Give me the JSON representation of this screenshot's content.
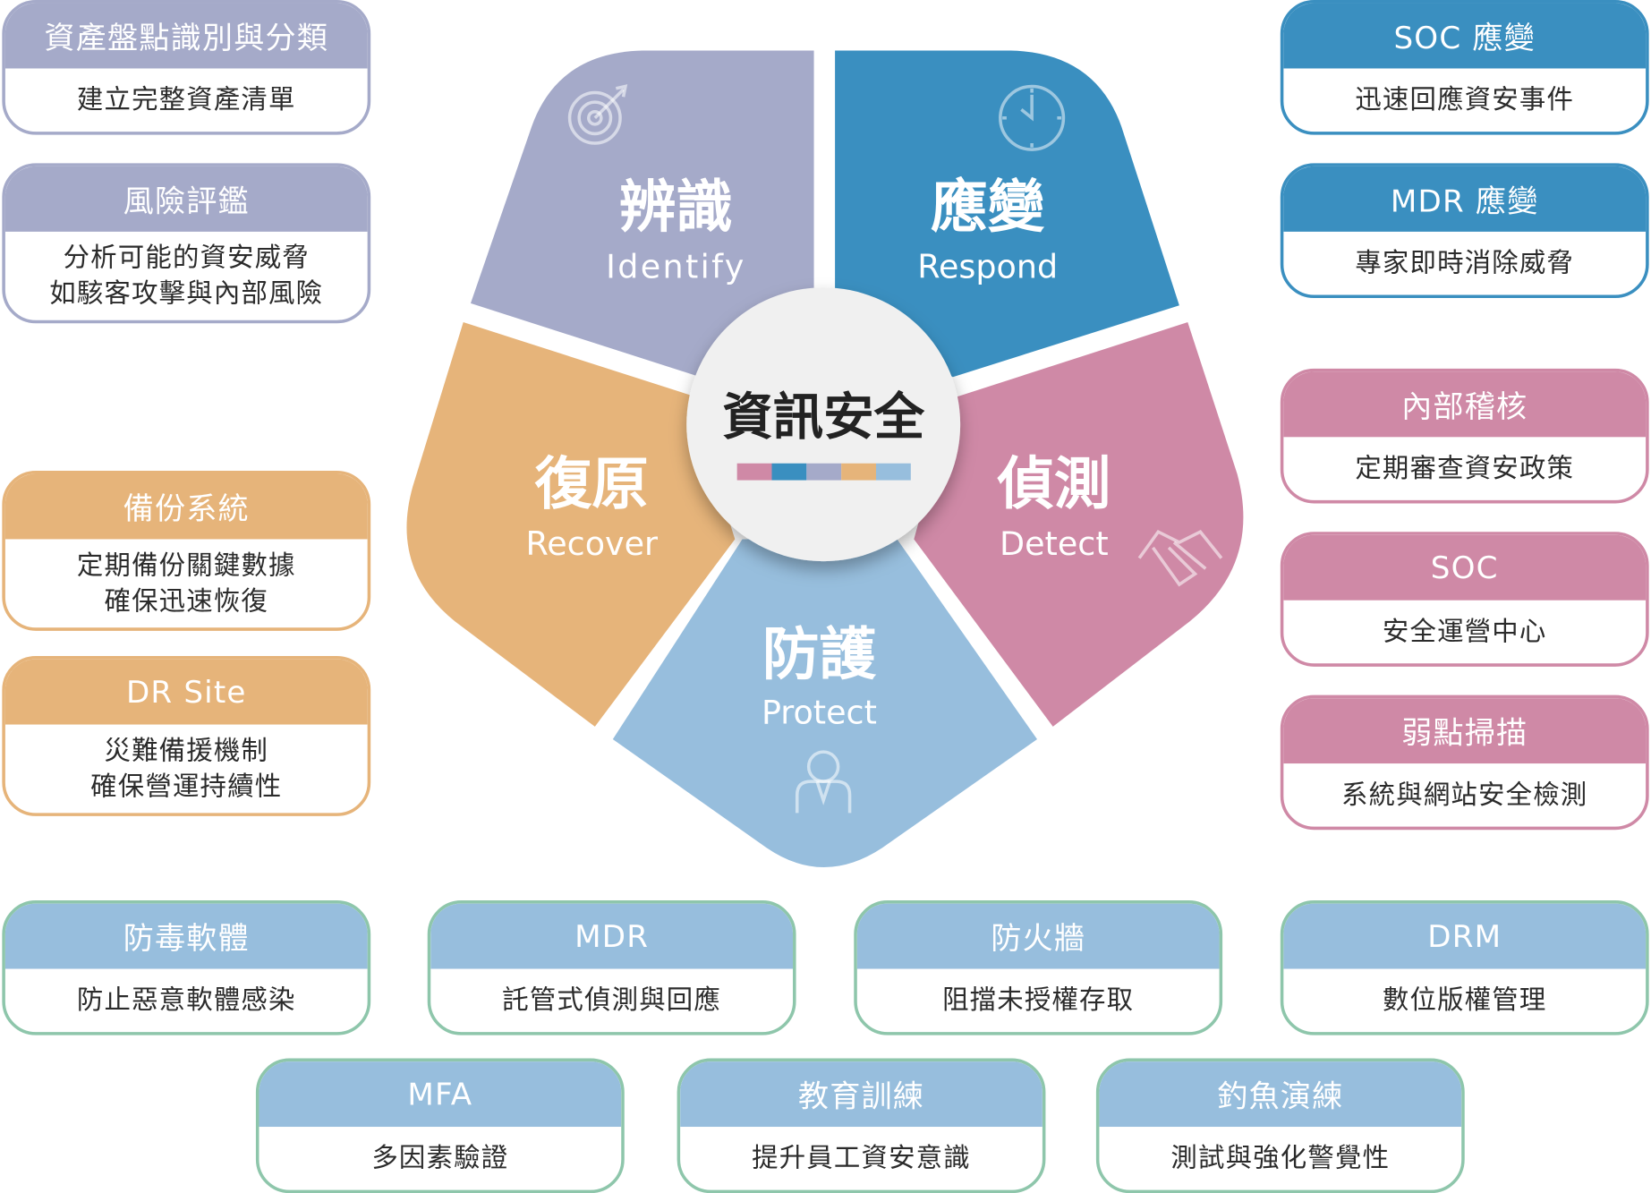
{
  "center": {
    "title": "資訊安全",
    "bar_colors": [
      "#cf89a6",
      "#3a8fc0",
      "#a5aac9",
      "#e6b47a",
      "#97bedd"
    ]
  },
  "segments": {
    "identify": {
      "zh": "辨識",
      "en": "Identify",
      "color": "#a5aac9",
      "icon": "target-icon"
    },
    "respond": {
      "zh": "應變",
      "en": "Respond",
      "color": "#3a8fc0",
      "icon": "clock-icon"
    },
    "detect": {
      "zh": "偵測",
      "en": "Detect",
      "color": "#cf89a6",
      "icon": "handshake-icon"
    },
    "protect": {
      "zh": "防護",
      "en": "Protect",
      "color": "#97bedd",
      "icon": "person-icon"
    },
    "recover": {
      "zh": "復原",
      "en": "Recover",
      "color": "#e6b47a",
      "icon": "none"
    }
  },
  "identify_cards": [
    {
      "title": "資產盤點識別與分類",
      "lines": [
        "建立完整資產清單"
      ]
    },
    {
      "title": "風險評鑑",
      "lines": [
        "分析可能的資安威脅",
        "如駭客攻擊與內部風險"
      ]
    }
  ],
  "recover_cards": [
    {
      "title": "備份系統",
      "lines": [
        "定期備份關鍵數據",
        "確保迅速恢復"
      ]
    },
    {
      "title": "DR Site",
      "lines": [
        "災難備援機制",
        "確保營運持續性"
      ]
    }
  ],
  "respond_cards": [
    {
      "title": "SOC 應變",
      "lines": [
        "迅速回應資安事件"
      ]
    },
    {
      "title": "MDR 應變",
      "lines": [
        "專家即時消除威脅"
      ]
    }
  ],
  "detect_cards": [
    {
      "title": "內部稽核",
      "lines": [
        "定期審查資安政策"
      ]
    },
    {
      "title": "SOC",
      "lines": [
        "安全運營中心"
      ]
    },
    {
      "title": "弱點掃描",
      "lines": [
        "系統與網站安全檢測"
      ]
    }
  ],
  "protect_cards": [
    {
      "title": "防毒軟體",
      "lines": [
        "防止惡意軟體感染"
      ]
    },
    {
      "title": "MDR",
      "lines": [
        "託管式偵測與回應"
      ]
    },
    {
      "title": "防火牆",
      "lines": [
        "阻擋未授權存取"
      ]
    },
    {
      "title": "DRM",
      "lines": [
        "數位版權管理"
      ]
    },
    {
      "title": "MFA",
      "lines": [
        "多因素驗證"
      ]
    },
    {
      "title": "教育訓練",
      "lines": [
        "提升員工資安意識"
      ]
    },
    {
      "title": "釣魚演練",
      "lines": [
        "測試與強化警覺性"
      ]
    }
  ]
}
